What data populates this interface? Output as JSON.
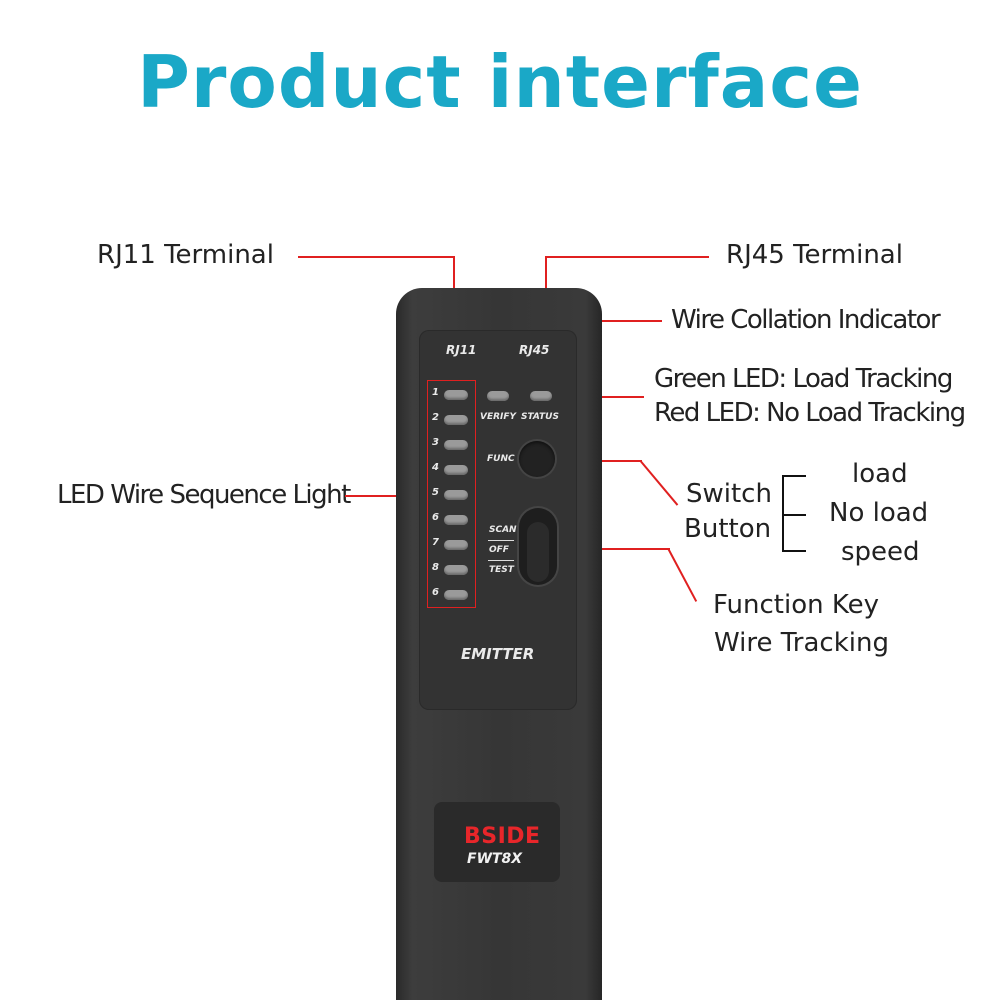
{
  "title": "Product interface",
  "labels": {
    "rj11_terminal": "RJ11 Terminal",
    "rj45_terminal": "RJ45 Terminal",
    "wire_collation": "Wire Collation Indicator",
    "green_led": "Green LED: Load Tracking",
    "red_led": "Red LED: No Load Tracking",
    "led_sequence": "LED Wire Sequence Light",
    "switch_line1": "Switch",
    "switch_line2": "Button",
    "switch_modes": [
      "load",
      "No load",
      "speed"
    ],
    "function_key_line1": "Function Key",
    "function_key_line2": "Wire Tracking"
  },
  "device": {
    "port_rj11": "RJ11",
    "port_rj45": "RJ45",
    "led_numbers": [
      "1",
      "2",
      "3",
      "4",
      "5",
      "6",
      "7",
      "8",
      "6"
    ],
    "verify": "VERIFY",
    "status": "STATUS",
    "func": "FUNC",
    "scan": "SCAN",
    "off": "OFF",
    "test": "TEST",
    "emitter": "EMITTER",
    "brand": "BSIDE",
    "model": "FWT8X"
  },
  "colors": {
    "title": "#1aa8c7",
    "callout_line": "#e02020",
    "brand_red": "#e8262a"
  }
}
